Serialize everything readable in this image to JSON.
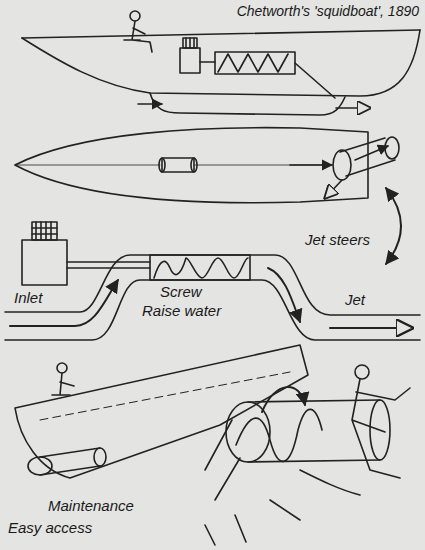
{
  "diagram": {
    "title": "Chetworth's 'squidboat', 1890",
    "labels": [
      "Jet steers",
      "Inlet",
      "Screw",
      "Raise water",
      "Jet",
      "Maintenance",
      "Easy access"
    ]
  }
}
